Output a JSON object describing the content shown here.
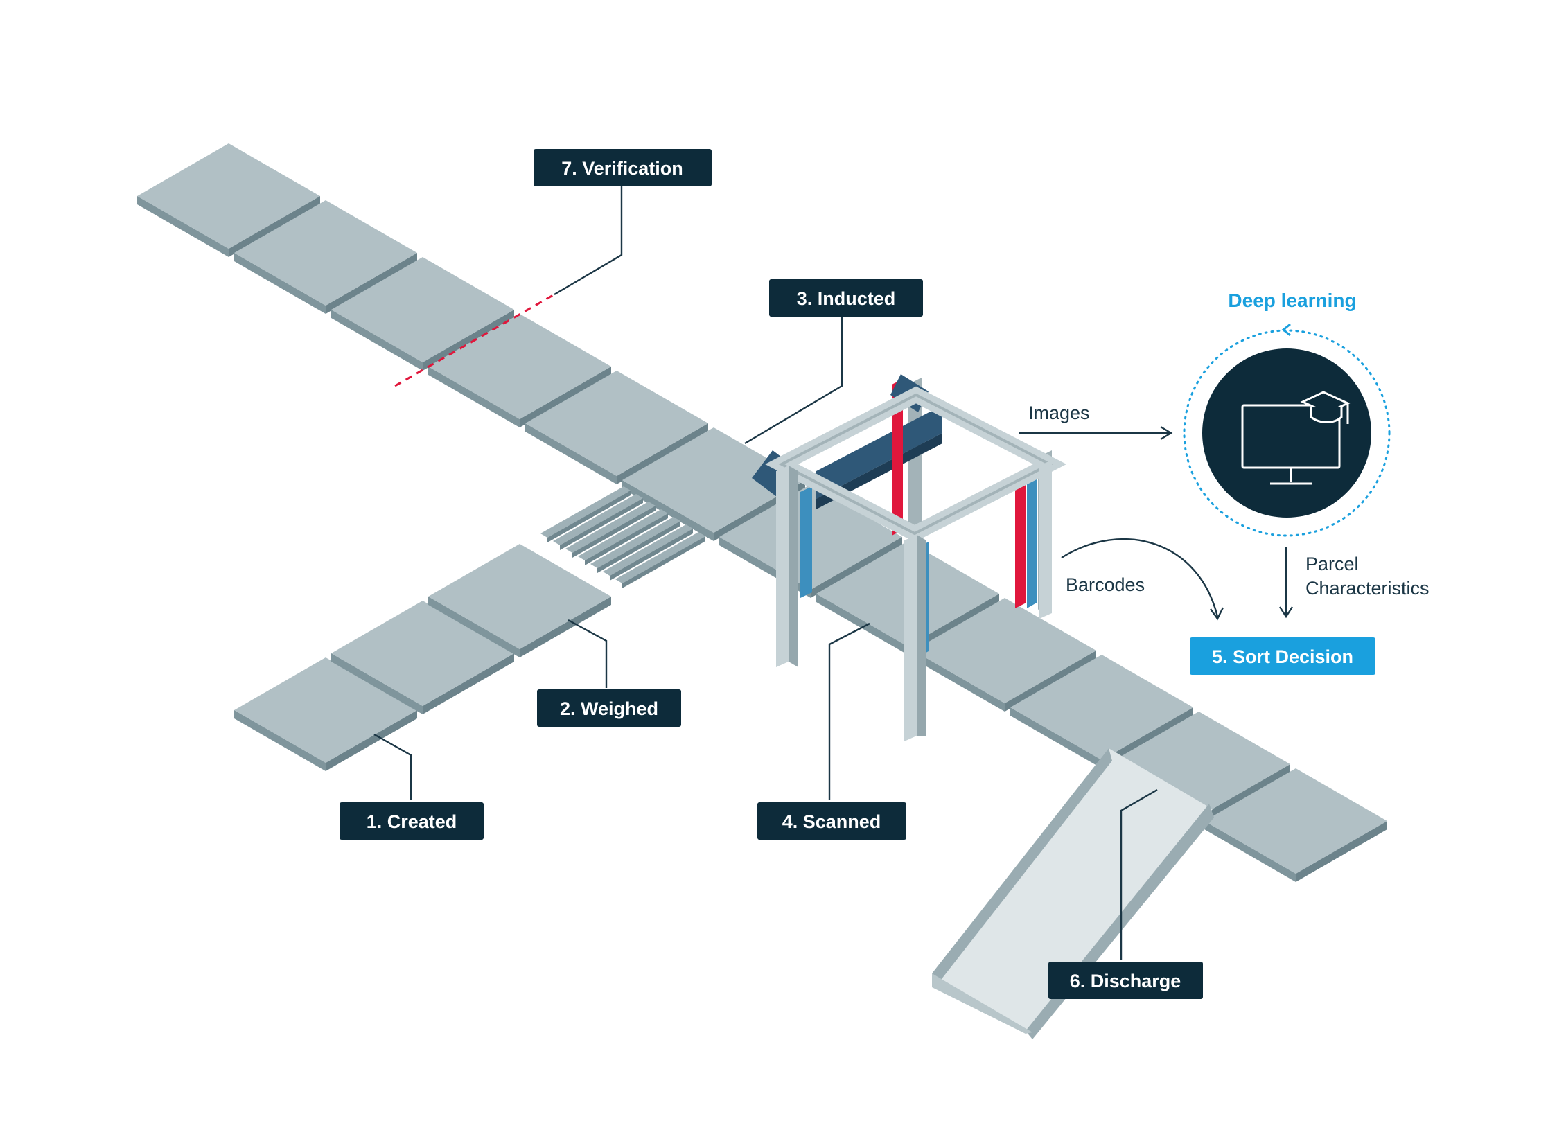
{
  "steps": {
    "created": "1. Created",
    "weighed": "2. Weighed",
    "inducted": "3. Inducted",
    "scanned": "4. Scanned",
    "sort_decision": "5. Sort Decision",
    "discharge": "6. Discharge",
    "verification": "7. Verification"
  },
  "flows": {
    "images": "Images",
    "barcodes": "Barcodes",
    "parcel_line1": "Parcel",
    "parcel_line2": "Characteristics",
    "deep_learning": "Deep learning"
  },
  "colors": {
    "label_bg": "#0d2b3a",
    "accent": "#1aa0de",
    "verification_line": "#e0173c",
    "scanner_red": "#e0173c",
    "scanner_blue": "#3d8fbe"
  },
  "icons": [
    "monitor-with-graduation-cap-icon"
  ]
}
